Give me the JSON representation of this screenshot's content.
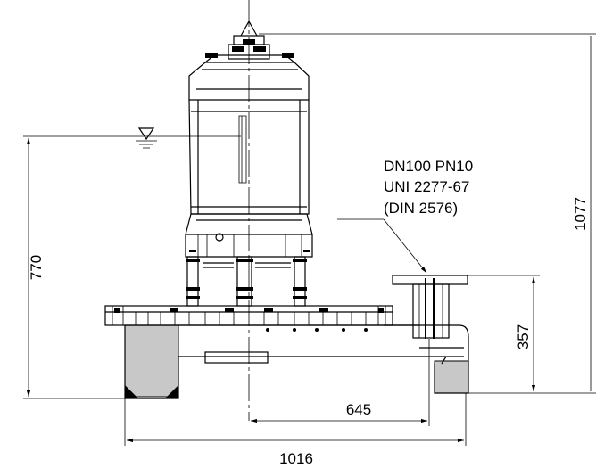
{
  "flange_note": {
    "line1": "DN100 PN10",
    "line2": "UNI 2277-67",
    "line3": "(DIN 2576)"
  },
  "dimensions": {
    "total_height": "1077",
    "water_level_height": "770",
    "outlet_height": "357",
    "axis_to_outlet": "645",
    "total_width": "1016"
  }
}
